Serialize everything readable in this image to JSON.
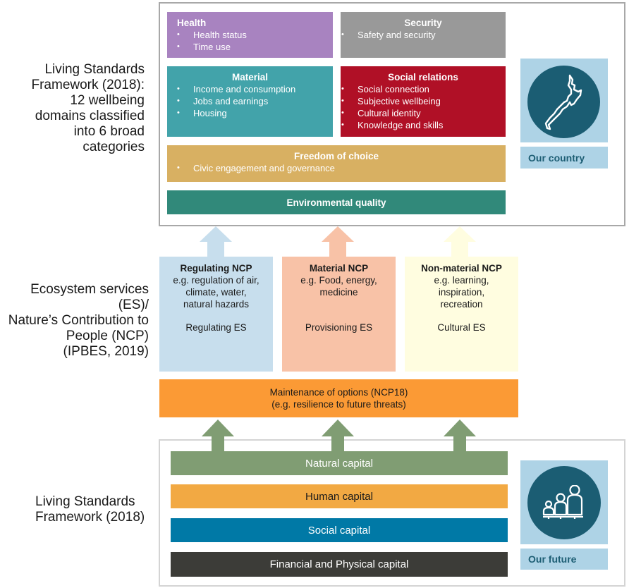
{
  "side_labels": {
    "top": [
      "Living Standards",
      "Framework (2018):",
      "12 wellbeing",
      "domains classified",
      "into 6 broad",
      "categories"
    ],
    "middle": [
      "Ecosystem services (ES)/",
      "Nature’s Contribution to",
      "People (NCP)",
      "(IPBES, 2019)"
    ],
    "bottom": [
      "Living Standards",
      "Framework (2018)"
    ]
  },
  "wellbeing": {
    "health": {
      "title": "Health",
      "items": [
        "Health status",
        "Time use"
      ],
      "color": "#a883c0"
    },
    "security": {
      "title": "Security",
      "items": [
        "Safety and security"
      ],
      "color": "#999999"
    },
    "material": {
      "title": "Material",
      "items": [
        "Income and consumption",
        "Jobs and earnings",
        "Housing"
      ],
      "color": "#42a3aa"
    },
    "social": {
      "title": "Social relations",
      "items": [
        "Social connection",
        "Subjective wellbeing",
        "Cultural identity",
        "Knowledge and skills"
      ],
      "color": "#b01026"
    },
    "freedom": {
      "title": "Freedom of choice",
      "items": [
        "Civic engagement and governance"
      ],
      "color": "#d8b062"
    },
    "environment": {
      "title": "Environmental quality",
      "color": "#31897a"
    }
  },
  "our_country": {
    "label": "Our country",
    "icon": "new-zealand-map-icon"
  },
  "ncp": [
    {
      "title": "Regulating NCP",
      "desc": [
        "e.g. regulation of air,",
        "climate, water,",
        "natural hazards"
      ],
      "es": "Regulating ES",
      "color": "#c7deed"
    },
    {
      "title": "Material NCP",
      "desc": [
        "e.g. Food, energy,",
        "medicine"
      ],
      "es": "Provisioning ES",
      "color": "#f8c2a7"
    },
    {
      "title": "Non-material NCP",
      "desc": [
        "e.g. learning,",
        "inspiration,",
        "recreation"
      ],
      "es": "Cultural ES",
      "color": "#fffde0"
    }
  ],
  "maintenance": {
    "lines": [
      "Maintenance of options (NCP18)",
      "(e.g. resilience to future threats)"
    ],
    "color": "#fb9a35"
  },
  "capitals": [
    {
      "label": "Natural capital",
      "color": "#809d73",
      "text_color": "#ffffff"
    },
    {
      "label": "Human capital",
      "color": "#f2a943",
      "text_color": "#1a1a1a"
    },
    {
      "label": "Social capital",
      "color": "#0079a6",
      "text_color": "#ffffff"
    },
    {
      "label": "Financial and Physical capital",
      "color": "#3c3c38",
      "text_color": "#ffffff"
    }
  ],
  "our_future": {
    "label": "Our future",
    "icon": "family-generations-icon"
  },
  "arrow_colors": {
    "green": "#809d73"
  }
}
